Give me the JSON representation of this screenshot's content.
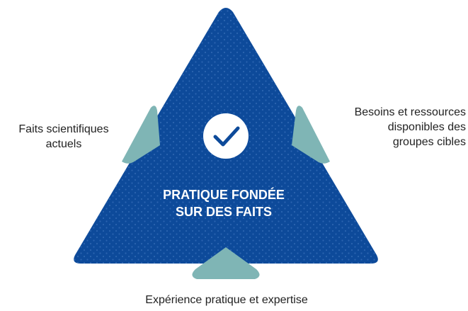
{
  "diagram": {
    "center": {
      "line1": "PRATIQUE FONDÉE",
      "line2": "SUR DES FAITS",
      "icon": "checkmark-circle-icon"
    },
    "left": {
      "line1": "Faits scientifiques",
      "line2": "actuels"
    },
    "right": {
      "line1": "Besoins et ressources",
      "line2": "disponibles des",
      "line3": "groupes cibles"
    },
    "bottom": {
      "line1": "Expérience pratique et expertise"
    },
    "colors": {
      "triangle": "#0d4a9a",
      "triangle_dots": "#2b64b0",
      "arrows": "#7fb5b5",
      "text": "#222222",
      "title_text": "#ffffff",
      "check_circle": "#ffffff"
    }
  }
}
